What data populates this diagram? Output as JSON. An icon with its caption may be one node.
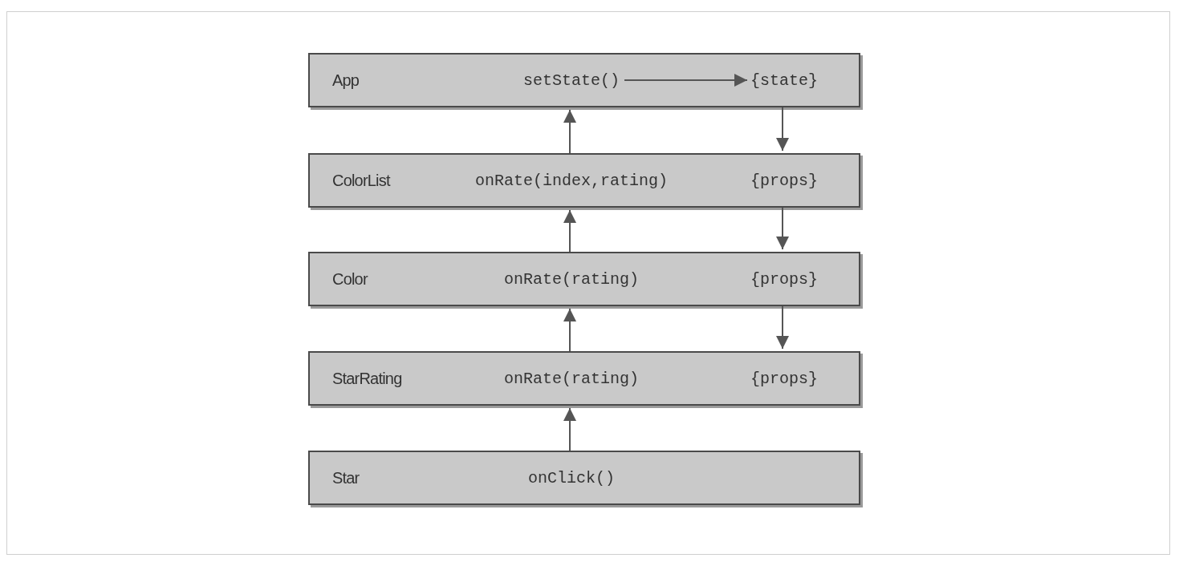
{
  "diagram": {
    "nodes": [
      {
        "text": [
          "App"
        ]
      },
      {
        "text": [
          "setState()"
        ],
        "in": 0
      },
      {
        "text": [
          "{state}"
        ],
        "in": 0
      },
      {
        "text": [
          "ColorList",
          "onRate(index,rating)",
          "{props}"
        ]
      },
      {
        "text": [
          "Color",
          "onRate(rating)",
          "{props}"
        ]
      },
      {
        "text": [
          "StarRating",
          "onRate(rating)",
          "{props}"
        ]
      },
      {
        "text": [
          "Star",
          "onClick()"
        ]
      }
    ],
    "edges": [
      {
        "from": 1,
        "to": 2,
        "arrow": "to"
      },
      {
        "from": 3,
        "to": 0,
        "arrow": "to"
      },
      {
        "from": 0,
        "to": 3,
        "arrow": "to"
      },
      {
        "from": 4,
        "to": 3,
        "arrow": "to"
      },
      {
        "from": 3,
        "to": 4,
        "arrow": "to"
      },
      {
        "from": 5,
        "to": 4,
        "arrow": "to"
      },
      {
        "from": 4,
        "to": 5,
        "arrow": "to"
      },
      {
        "from": 6,
        "to": 5,
        "arrow": "to"
      }
    ]
  }
}
